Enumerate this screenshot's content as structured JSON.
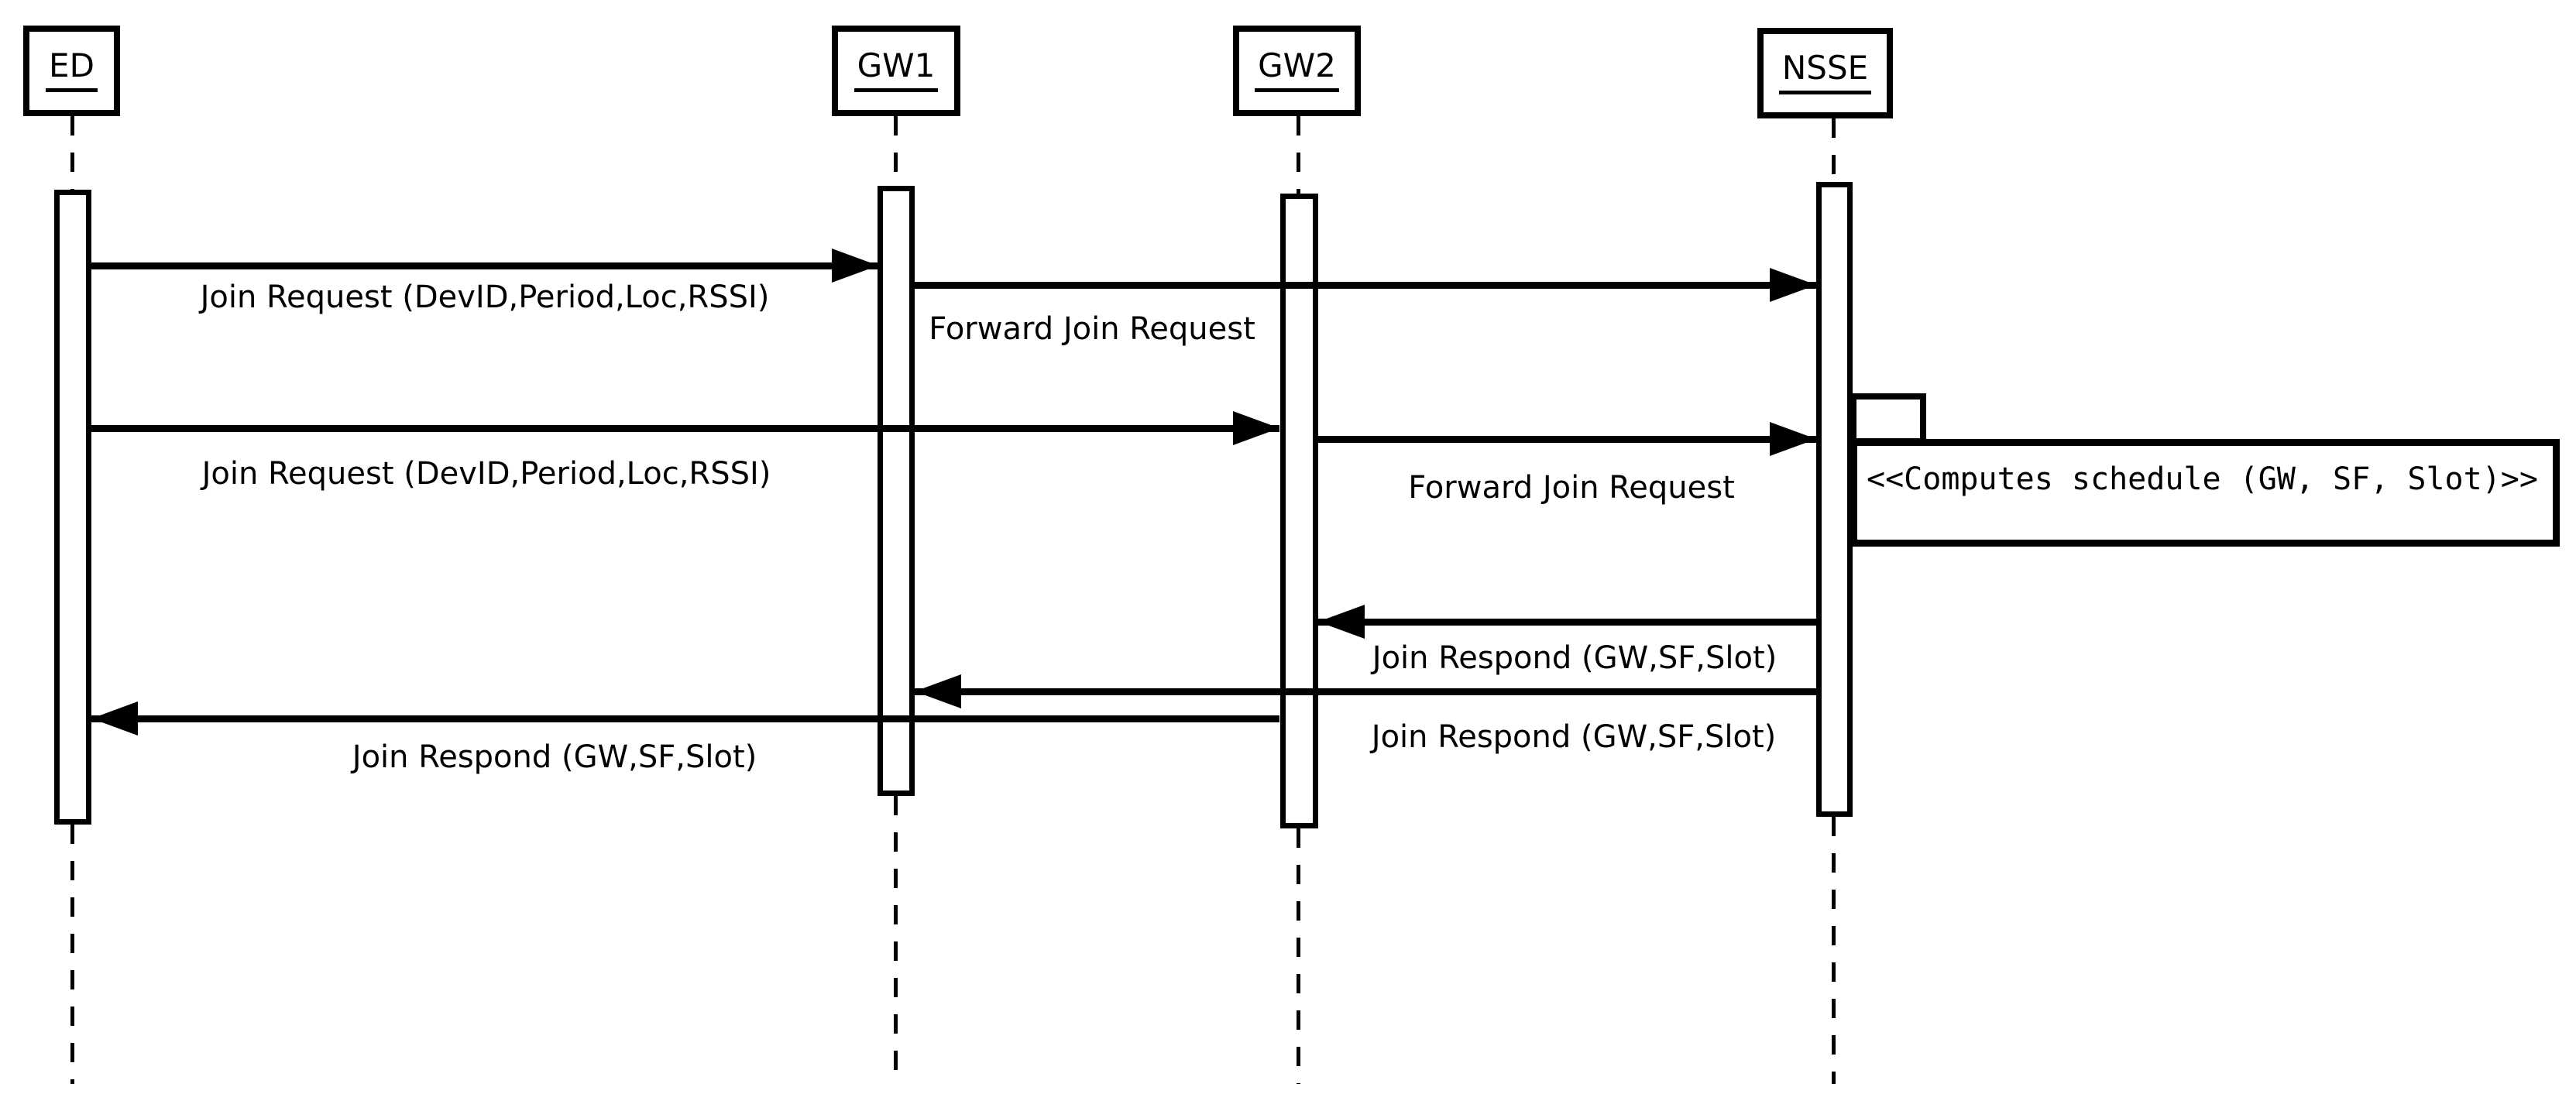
{
  "diagram": {
    "kind": "uml-sequence-diagram",
    "background_color": "#ffffff",
    "line_color": "#000000"
  },
  "actors": [
    {
      "id": "ED",
      "name": "ED"
    },
    {
      "id": "GW1",
      "name": "GW1"
    },
    {
      "id": "GW2",
      "name": "GW2"
    },
    {
      "id": "NSSE",
      "name": "NSSE"
    }
  ],
  "messages": [
    {
      "from": "ED",
      "to": "GW1",
      "direction": "right",
      "label": "Join Request (DevID,Period,Loc,RSSI)"
    },
    {
      "from": "GW1",
      "to": "NSSE",
      "direction": "right",
      "label": "Forward Join Request"
    },
    {
      "from": "ED",
      "to": "GW2",
      "direction": "right",
      "label": "Join Request (DevID,Period,Loc,RSSI)"
    },
    {
      "from": "GW2",
      "to": "NSSE",
      "direction": "right",
      "label": "Forward Join Request"
    },
    {
      "from": "NSSE",
      "to": "GW2",
      "direction": "left",
      "label": "Join Respond (GW,SF,Slot)"
    },
    {
      "from": "NSSE",
      "to": "GW1",
      "direction": "left",
      "label": "Join Respond (GW,SF,Slot)"
    },
    {
      "from": "GW2",
      "to": "ED",
      "direction": "left",
      "label": "Join Respond (GW,SF,Slot)"
    }
  ],
  "self_action": {
    "actor": "NSSE",
    "label": "<<Computes schedule (GW, SF, Slot)>>"
  }
}
